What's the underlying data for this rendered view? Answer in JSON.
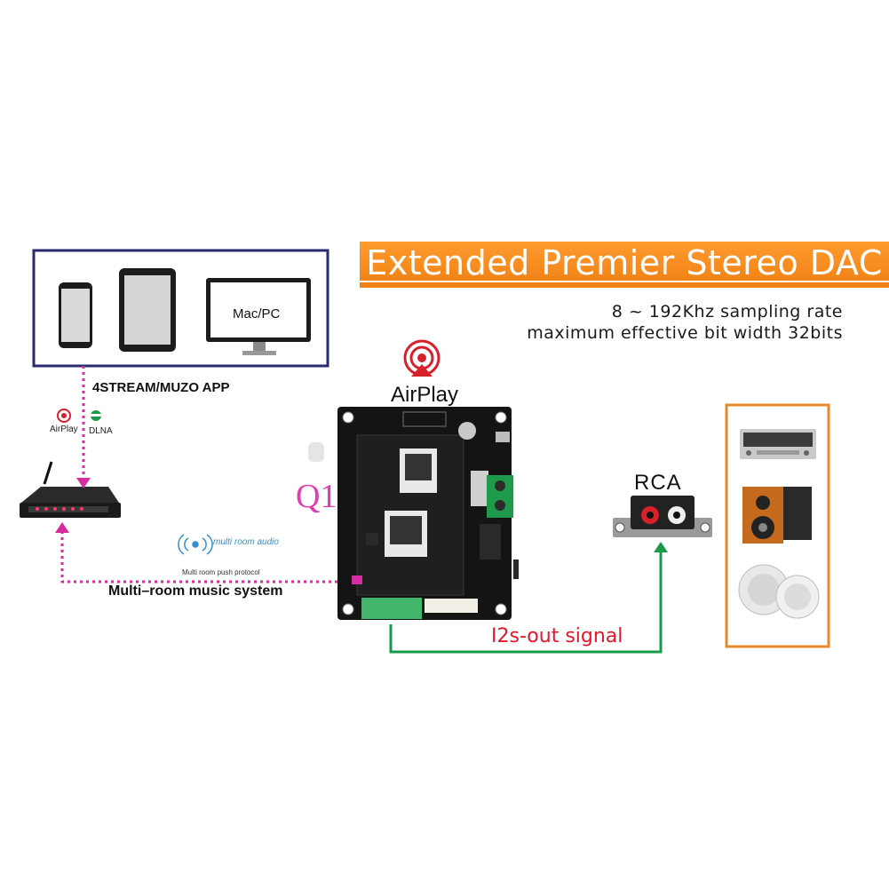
{
  "banner": {
    "title": "Extended Premier Stereo DAC"
  },
  "specs": {
    "sampling": "8 ~ 192Khz sampling rate",
    "bitwidth": "maximum effective bit width 32bits"
  },
  "devices": {
    "computer_label": "Mac/PC",
    "app_label": "4STREAM/MUZO APP"
  },
  "protocols": {
    "airplay": "AirPlay",
    "dlna": "DLNA"
  },
  "board": {
    "airplay_label": "AirPlay",
    "model_label": "Q1"
  },
  "multiroom": {
    "label": "Multi–room  music system",
    "brand": "multi room audio",
    "protocol_caption": "Multi room push protocol"
  },
  "output": {
    "signal_label": "I2s-out signal",
    "rca_label": "RCA"
  },
  "colors": {
    "device_frame": "#2a2a6e",
    "banner": "#f28a1c",
    "pink_link": "#d92ba0",
    "green_link": "#1a9a4a",
    "speaker_frame": "#e88a2a",
    "airplay_red": "#d8202a"
  }
}
